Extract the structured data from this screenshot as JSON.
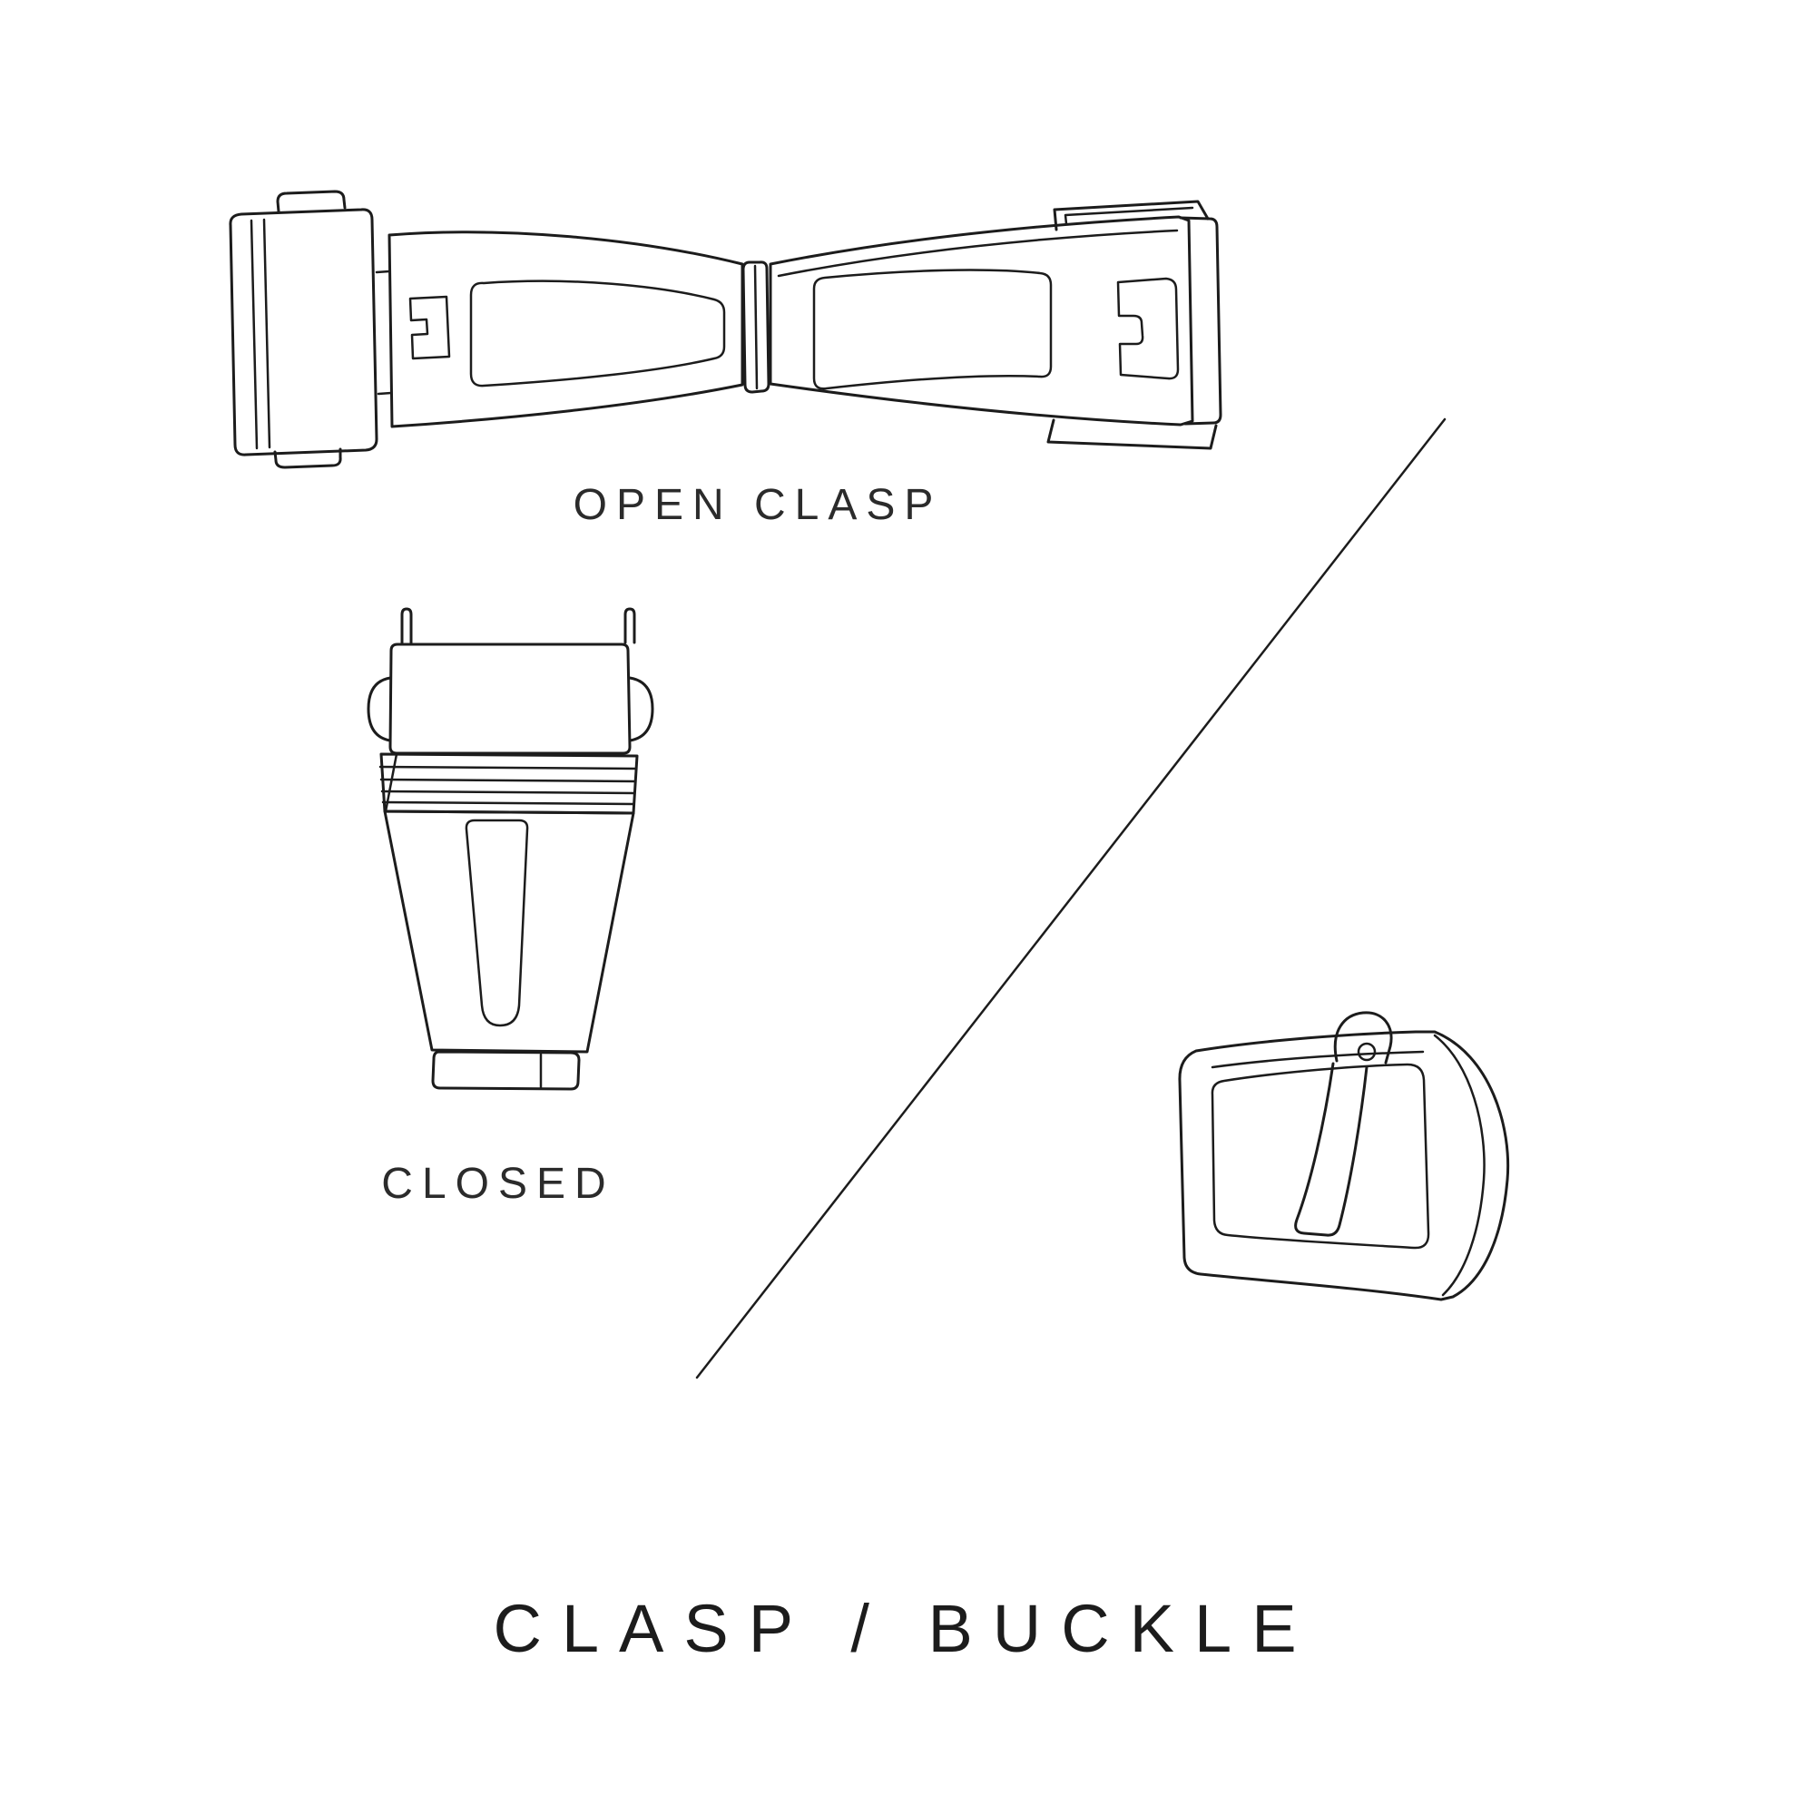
{
  "page": {
    "background": "#ffffff"
  },
  "colors": {
    "ink": "#1c1c1c",
    "text": "#2b2b2b"
  },
  "labels": {
    "open_clasp": "OPEN CLASP",
    "closed": "CLOSED",
    "title": "CLASP / BUCKLE"
  },
  "icons": [
    "open-clasp-illustration",
    "closed-clasp-illustration",
    "divider-line",
    "pin-buckle-illustration"
  ]
}
